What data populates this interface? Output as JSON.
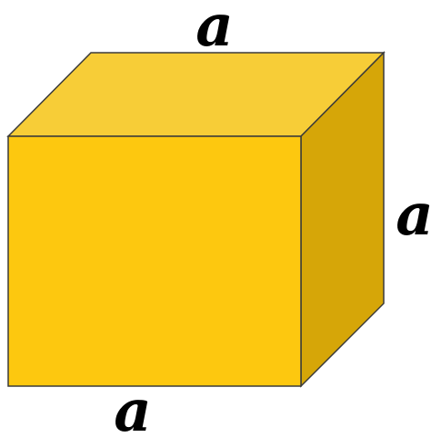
{
  "labels": {
    "top": "a",
    "right": "a",
    "bottom": "a"
  },
  "colors": {
    "front": "#FDC80F",
    "top": "#F7CD37",
    "side": "#D6A608",
    "edge": "#3A3A3A",
    "background": "#FFFFFF",
    "label": "#000000"
  }
}
